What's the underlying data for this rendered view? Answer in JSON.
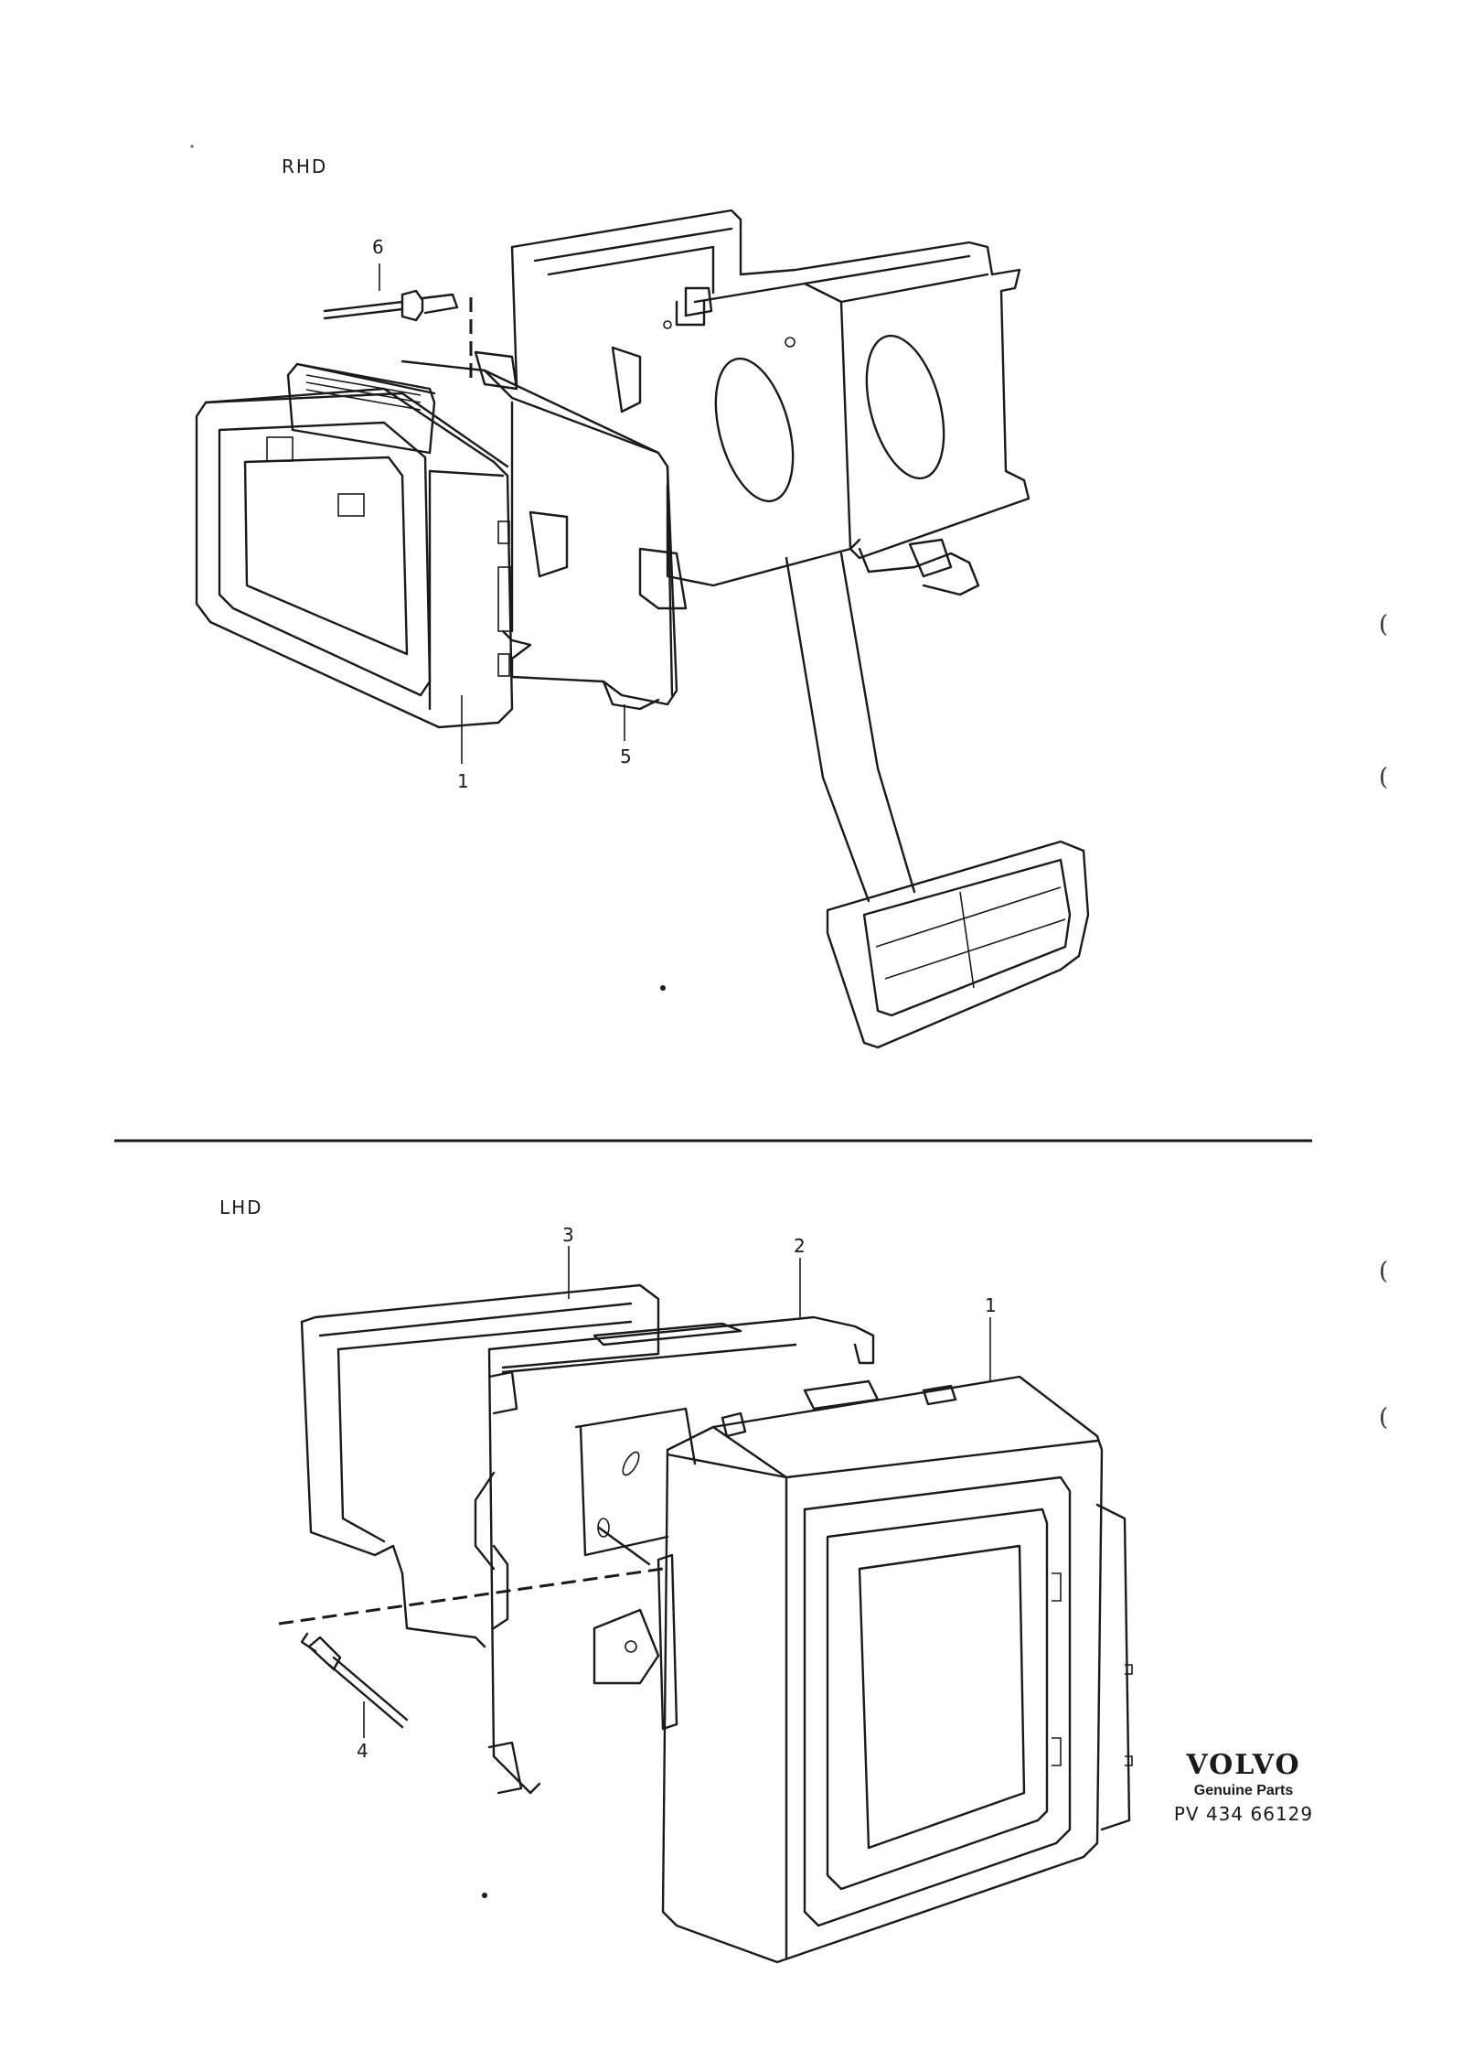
{
  "sections": {
    "top_label": "RHD",
    "bottom_label": "LHD"
  },
  "callouts": {
    "rhd": [
      "6",
      "1",
      "5"
    ],
    "lhd": [
      "3",
      "2",
      "1",
      "4"
    ]
  },
  "margin_marks": [
    "(",
    "(",
    "(",
    "("
  ],
  "brand": {
    "name": "VOLVO",
    "subtitle": "Genuine Parts",
    "code": "PV 434  66129"
  }
}
